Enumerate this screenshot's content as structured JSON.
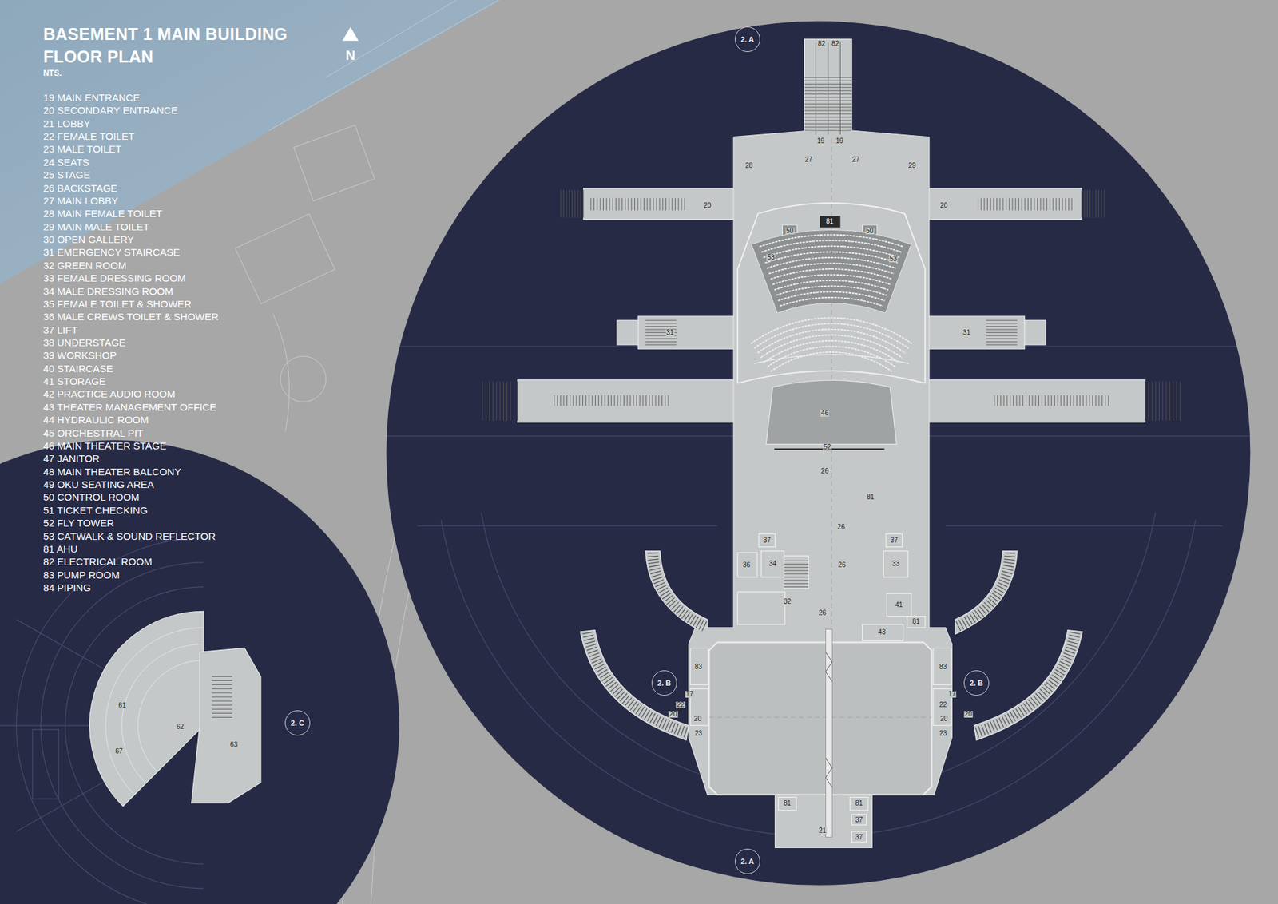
{
  "diagram": {
    "title": "BASEMENT 1 MAIN BUILDING FLOOR PLAN",
    "nodes": [
      {
        "text": [
          "2. A"
        ]
      },
      {
        "text": [
          "2. B"
        ]
      },
      {
        "text": [
          "2. B"
        ]
      },
      {
        "text": [
          "2. C"
        ]
      },
      {
        "text": [
          "2. A"
        ]
      }
    ],
    "labels": [
      "NTS.",
      "N",
      "19 MAIN ENTRANCE",
      "20 SECONDARY ENTRANCE",
      "21 LOBBY",
      "22 FEMALE TOILET",
      "23 MALE TOILET",
      "24 SEATS",
      "25 STAGE",
      "26 BACKSTAGE",
      "27 MAIN LOBBY",
      "28 MAIN FEMALE TOILET",
      "29 MAIN MALE TOILET",
      "30 OPEN GALLERY",
      "31 EMERGENCY STAIRCASE",
      "32 GREEN ROOM",
      "33 FEMALE DRESSING ROOM",
      "34 MALE DRESSING ROOM",
      "35 FEMALE TOILET & SHOWER",
      "36 MALE CREWS TOILET & SHOWER",
      "37 LIFT",
      "38 UNDERSTAGE",
      "39 WORKSHOP",
      "40 STAIRCASE",
      "41 STORAGE",
      "42 PRACTICE AUDIO ROOM",
      "43 THEATER MANAGEMENT OFFICE",
      "44 HYDRAULIC ROOM",
      "45 ORCHESTRAL PIT",
      "46 MAIN THEATER STAGE",
      "47 JANITOR",
      "48 MAIN THEATER BALCONY",
      "49 OKU SEATING AREA",
      "50 CONTROL ROOM",
      "51 TICKET CHECKING",
      "52 FLY TOWER",
      "53 CATWALK & SOUND REFLECTOR",
      "81 AHU",
      "82 ELECTRICAL ROOM",
      "83 PUMP ROOM",
      "84 PIPING",
      "82",
      "82",
      "19",
      "19",
      "27",
      "27",
      "28",
      "29",
      "20",
      "20",
      "81",
      "50",
      "50",
      "53",
      "53",
      "31",
      "31",
      "46",
      "52",
      "26",
      "81",
      "26",
      "37",
      "37",
      "36",
      "34",
      "33",
      "26",
      "32",
      "26",
      "41",
      "81",
      "43",
      "83",
      "83",
      "17",
      "17",
      "22",
      "22",
      "20",
      "20",
      "20",
      "20",
      "23",
      "23",
      "81",
      "81",
      "21",
      "37",
      "37",
      "61",
      "62",
      "63",
      "67"
    ]
  }
}
